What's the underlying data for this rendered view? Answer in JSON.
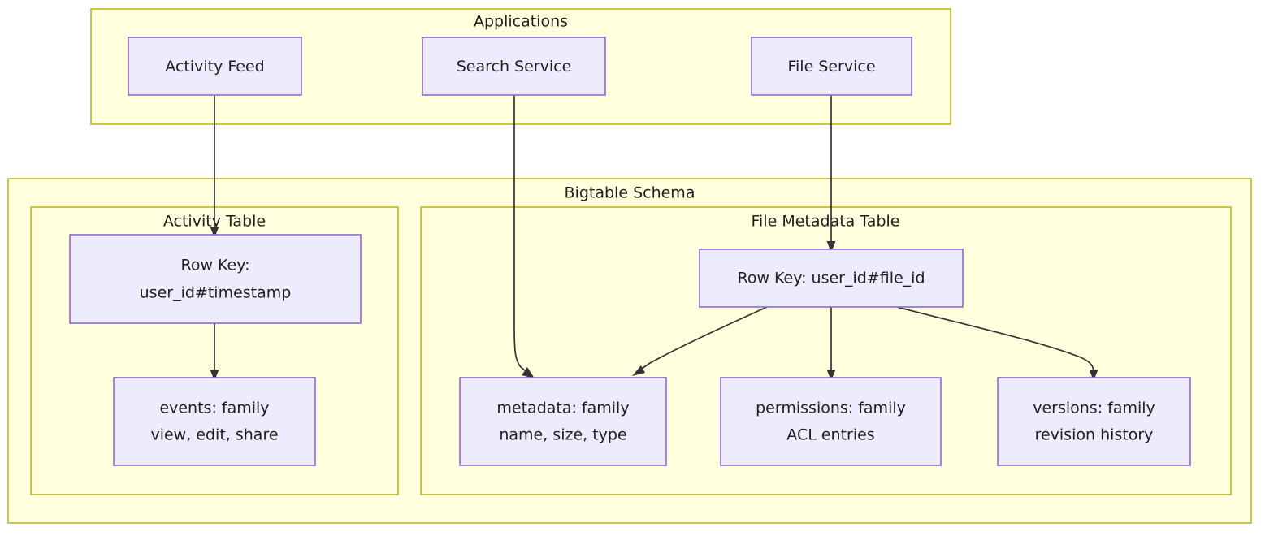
{
  "diagram": {
    "type": "flowchart",
    "background_color": "#ffffff",
    "cluster_fill": "#ffffdd",
    "cluster_stroke": "#bcb623",
    "node_fill": "#ececfd",
    "node_stroke": "#9670db",
    "edge_color": "#333333",
    "text_color": "#1f1f1f"
  },
  "clusters": {
    "applications": {
      "title": "Applications"
    },
    "bigtable_schema": {
      "title": "Bigtable Schema"
    },
    "activity_table": {
      "title": "Activity Table"
    },
    "file_metadata_table": {
      "title": "File Metadata Table"
    }
  },
  "nodes": {
    "activity_feed": {
      "label": "Activity Feed"
    },
    "search_service": {
      "label": "Search Service"
    },
    "file_service": {
      "label": "File Service"
    },
    "activity_row_key": {
      "line1": "Row Key:",
      "line2": "user_id#timestamp"
    },
    "activity_events": {
      "line1": "events: family",
      "line2": "view, edit, share"
    },
    "file_row_key": {
      "line1": "Row Key: user_id#file_id"
    },
    "file_metadata_family": {
      "line1": "metadata: family",
      "line2": "name, size, type"
    },
    "file_permissions_family": {
      "line1": "permissions: family",
      "line2": "ACL entries"
    },
    "file_versions_family": {
      "line1": "versions: family",
      "line2": "revision history"
    }
  },
  "edges": [
    {
      "from": "activity_feed",
      "to": "activity_row_key",
      "arrow": "triangle"
    },
    {
      "from": "search_service",
      "to": "file_metadata_family",
      "arrow": "triangle"
    },
    {
      "from": "file_service",
      "to": "file_row_key",
      "arrow": "triangle"
    },
    {
      "from": "activity_row_key",
      "to": "activity_events",
      "arrow": "triangle"
    },
    {
      "from": "file_row_key",
      "to": "file_metadata_family",
      "arrow": "triangle"
    },
    {
      "from": "file_row_key",
      "to": "file_permissions_family",
      "arrow": "triangle"
    },
    {
      "from": "file_row_key",
      "to": "file_versions_family",
      "arrow": "triangle"
    }
  ]
}
